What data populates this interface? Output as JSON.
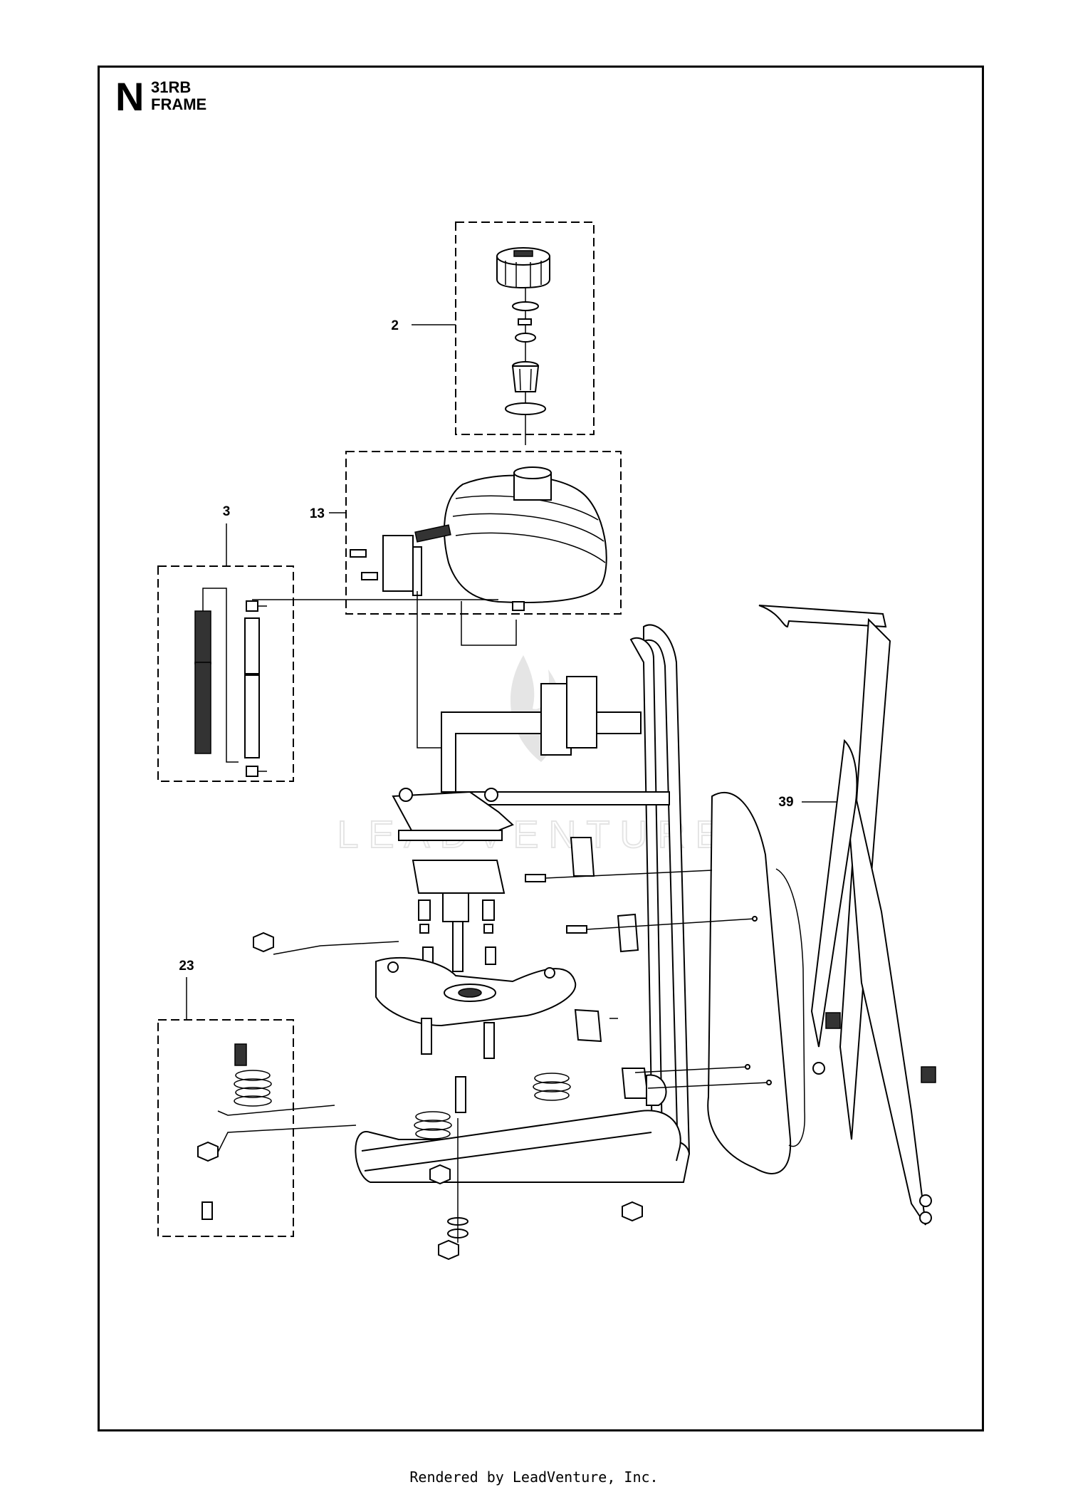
{
  "header": {
    "section_letter": "N",
    "model": "31RB",
    "title": "FRAME"
  },
  "callouts": [
    {
      "id": "2",
      "label": "2"
    },
    {
      "id": "3",
      "label": "3"
    },
    {
      "id": "13",
      "label": "13"
    },
    {
      "id": "23",
      "label": "23"
    },
    {
      "id": "39",
      "label": "39"
    }
  ],
  "watermark": "LEADVENTURE",
  "footer": "Rendered by LeadVenture, Inc."
}
